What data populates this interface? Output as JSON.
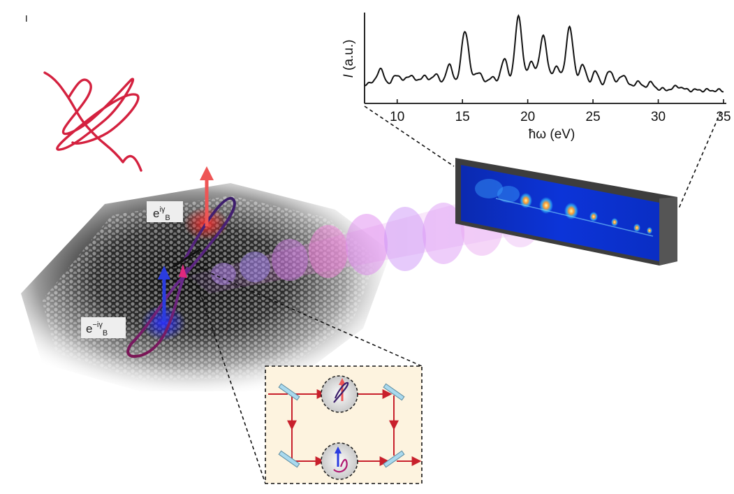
{
  "labels": {
    "phase_top_base": "e",
    "phase_top_sup": "iγ",
    "phase_top_sub": "B",
    "phase_bottom_base": "e",
    "phase_bottom_sup": "−iγ",
    "phase_bottom_sub": "B"
  },
  "chart_data": {
    "type": "line",
    "title": "",
    "xlabel": "ħω (eV)",
    "ylabel_italic": "I",
    "ylabel_rest": " (a.u.)",
    "xlim": [
      7.5,
      35
    ],
    "ylim": [
      0,
      1
    ],
    "xticks": [
      10,
      15,
      20,
      25,
      30,
      35
    ],
    "xtick_labels": [
      "10",
      "15",
      "20",
      "25",
      "30",
      "35"
    ],
    "grid": false,
    "baseline": 0.22,
    "peaks": [
      {
        "x": 8.7,
        "y": 0.16
      },
      {
        "x": 10.0,
        "y": 0.11
      },
      {
        "x": 11.0,
        "y": 0.11
      },
      {
        "x": 12.0,
        "y": 0.1
      },
      {
        "x": 12.9,
        "y": 0.12
      },
      {
        "x": 14.0,
        "y": 0.22
      },
      {
        "x": 15.2,
        "y": 0.62
      },
      {
        "x": 16.2,
        "y": 0.16
      },
      {
        "x": 17.2,
        "y": 0.1
      },
      {
        "x": 18.2,
        "y": 0.3
      },
      {
        "x": 19.3,
        "y": 0.78
      },
      {
        "x": 20.3,
        "y": 0.28
      },
      {
        "x": 21.2,
        "y": 0.58
      },
      {
        "x": 22.2,
        "y": 0.24
      },
      {
        "x": 23.2,
        "y": 0.68
      },
      {
        "x": 24.2,
        "y": 0.25
      },
      {
        "x": 25.2,
        "y": 0.18
      },
      {
        "x": 26.3,
        "y": 0.2
      },
      {
        "x": 27.3,
        "y": 0.16
      },
      {
        "x": 28.4,
        "y": 0.08
      },
      {
        "x": 29.4,
        "y": 0.07
      },
      {
        "x": 31.5,
        "y": 0.04
      }
    ]
  },
  "colors": {
    "pulse": "#d4213f",
    "arrow_up": "#ee5555",
    "arrow_down": "#2a3ce0",
    "loop_top": "#3a1c6a",
    "loop_bottom": "#7a1454",
    "beam": "#c78bf0",
    "detector_frame": "#444444",
    "detector_screen": "#0a2ad8",
    "inset_bg": "#fdf3df",
    "inset_beam": "#c8202c"
  }
}
